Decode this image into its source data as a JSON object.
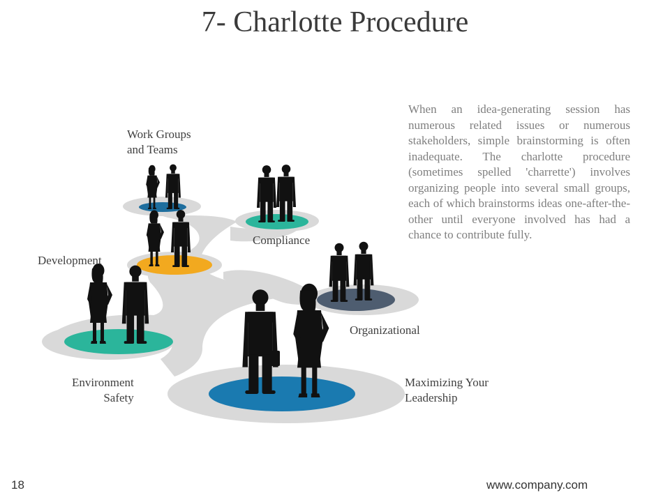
{
  "title": "7- Charlotte Procedure",
  "description": "When an idea-generating session has numerous related issues or numerous stakeholders, simple brainstorming is often inadequate. The charlotte procedure (sometimes spelled 'charrette') involves organizing people into several small groups, each of which brainstorms ideas one-after-the-other until everyone involved has had a chance to contribute fully.",
  "labels": {
    "work_groups": [
      "Work Groups",
      "and Teams"
    ],
    "compliance": "Compliance",
    "development": "Development",
    "organizational": "Organizational",
    "environment": [
      "Environment",
      "Safety"
    ],
    "leadership": [
      "Maximizing Your",
      "Leadership"
    ]
  },
  "colors": {
    "path_gray": "#d9d9d9",
    "blue_dark": "#1e6e9e",
    "blue": "#1a7ab0",
    "teal": "#2bb59b",
    "orange": "#f2a91f",
    "slate": "#4e5d70",
    "silhouette": "#111111"
  },
  "footer": {
    "page_number": "18",
    "url": "www.company.com"
  }
}
